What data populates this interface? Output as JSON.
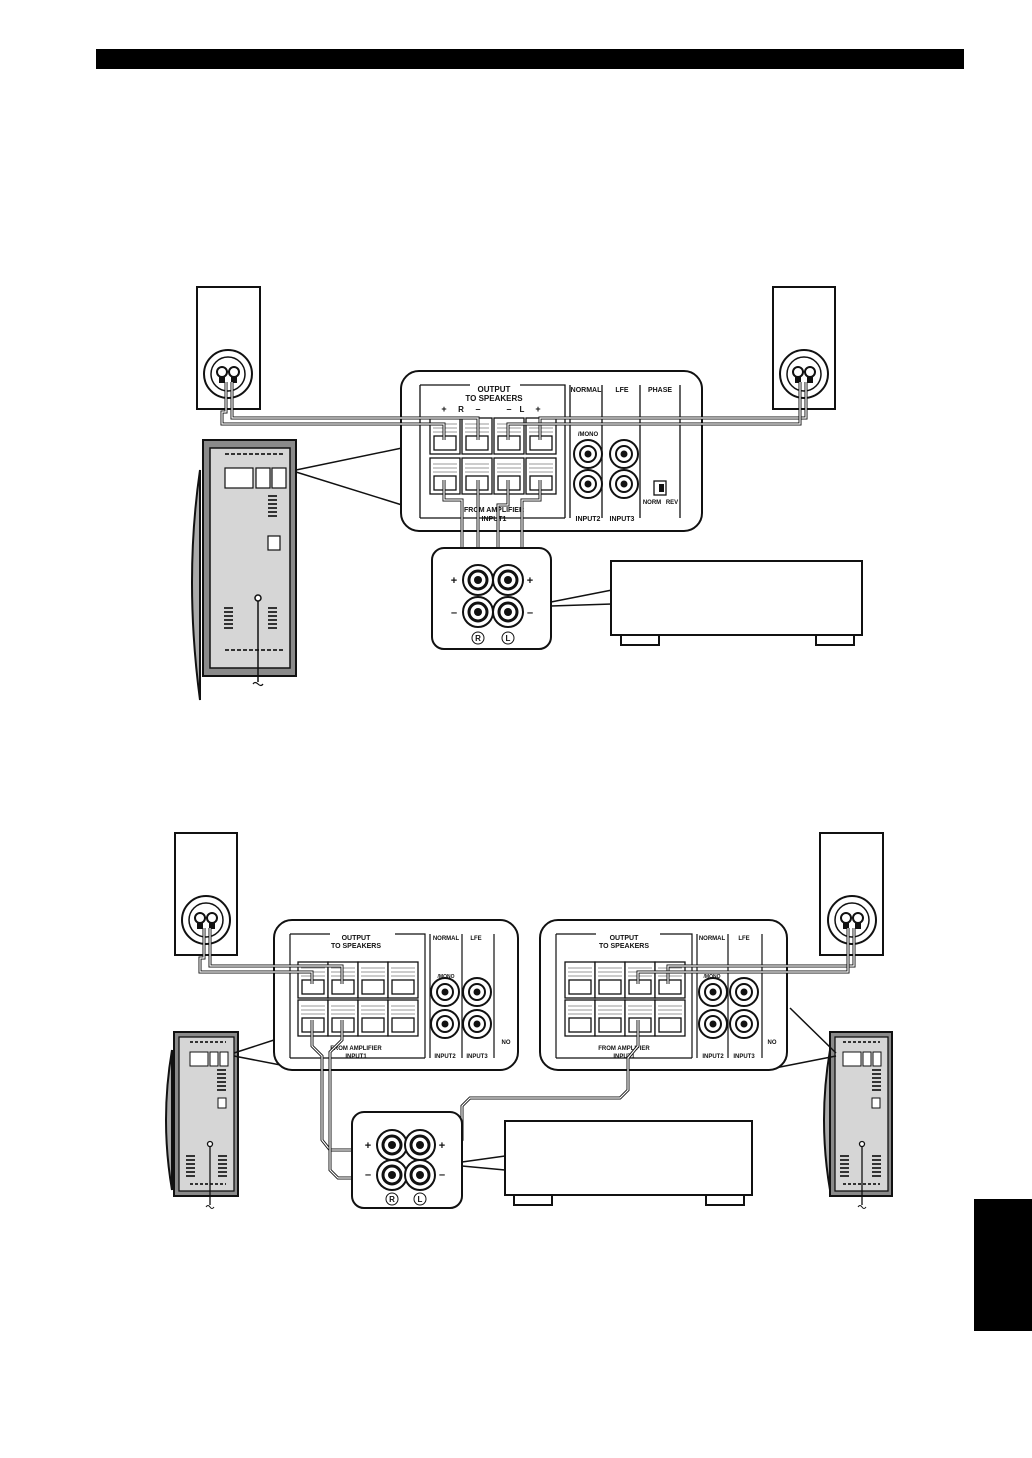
{
  "diagram1": {
    "panel": {
      "output_label_1": "OUTPUT",
      "output_label_2": "TO SPEAKERS",
      "plus": "+",
      "minus": "–",
      "R": "R",
      "L": "L",
      "normal": "NORMAL",
      "lfe": "LFE",
      "phase": "PHASE",
      "mono": "/MONO",
      "from_amplifier": "FROM AMPLIFIER",
      "input1": "INPUT1",
      "input2": "INPUT2",
      "input3": "INPUT3",
      "norm": "NORM",
      "rev": "REV"
    },
    "amp_terminals": {
      "plus": "+",
      "minus": "–",
      "R": "R",
      "L": "L"
    }
  },
  "diagram2": {
    "left_panel": {
      "output_label_1": "OUTPUT",
      "output_label_2": "TO SPEAKERS",
      "normal": "NORMAL",
      "lfe": "LFE",
      "mono": "/MONO",
      "from_amplifier": "FROM AMPLIFIER",
      "input1": "INPUT1",
      "input2": "INPUT2",
      "input3": "INPUT3",
      "no": "NO"
    },
    "right_panel": {
      "output_label_1": "OUTPUT",
      "output_label_2": "TO SPEAKERS",
      "normal": "NORMAL",
      "lfe": "LFE",
      "mono": "/MONO",
      "from_amplifier": "FROM AMPLIFIER",
      "input1": "INPUT1",
      "input2": "INPUT2",
      "input3": "INPUT3",
      "no": "NO"
    },
    "amp_terminals": {
      "plus": "+",
      "minus": "–",
      "R": "R",
      "L": "L"
    }
  },
  "colors": {
    "ink": "#111111",
    "sub_body": "#d6d6d6",
    "sub_dark": "#8a8a8a"
  }
}
